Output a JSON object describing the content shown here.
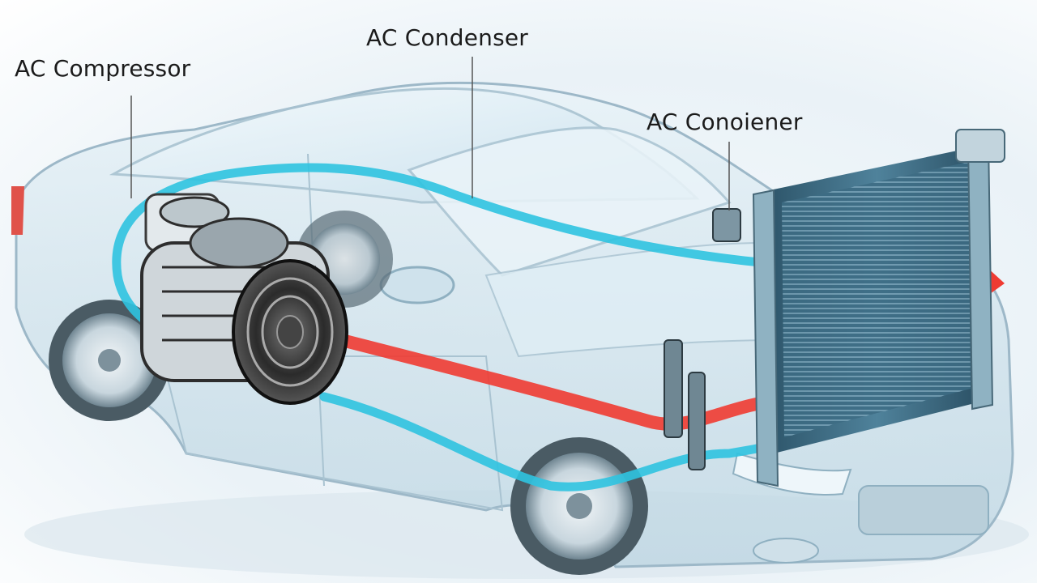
{
  "diagram": {
    "labels": {
      "compressor": "AC Compressor",
      "condenser": "AC Condenser",
      "third": "AC Conoiener"
    },
    "colors": {
      "cold_line": "#2fc3e0",
      "hot_line": "#ef3b32",
      "body_tint": "#cfe3ee",
      "outline": "#9db8c8",
      "condenser_core": "#3f6f86"
    }
  }
}
